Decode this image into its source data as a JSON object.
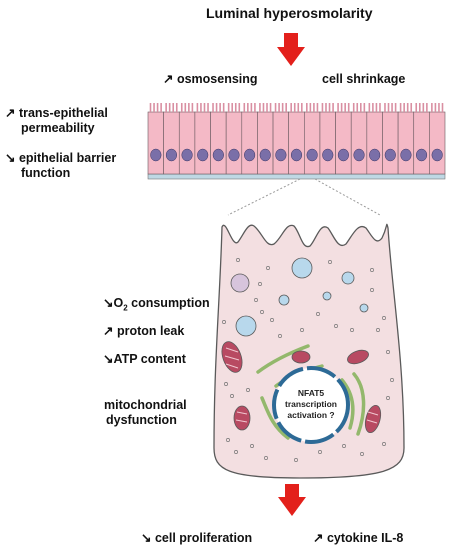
{
  "title": "Luminal hyperosmolarity",
  "top": {
    "osmosensing": "↗ osmosensing",
    "cell_shrinkage": "cell shrinkage",
    "permeability_line1": "↗ trans-epithelial",
    "permeability_line2": "permeability",
    "barrier_line1": "↘ epithelial barrier",
    "barrier_line2": "function"
  },
  "cell": {
    "o2_arrow": "↘O",
    "o2_sub": "2",
    "o2_rest": " consumption",
    "proton_leak": "↗  proton leak",
    "atp": "↘ATP content",
    "mito_line1": "mitochondrial",
    "mito_line2": "dysfunction",
    "nucleus_line1": "NFAT5",
    "nucleus_line2": "transcription",
    "nucleus_line3": "activation ?"
  },
  "bottom": {
    "proliferation": "↘ cell proliferation",
    "cytokine": "↗ cytokine IL-8"
  },
  "colors": {
    "arrow": "#e3201b",
    "cell_fill": "#f3dfe1",
    "cell_stroke": "#5a5a5a",
    "epithelium_fill": "#f4b9c6",
    "nucleus_epithelium": "#7a6fa8",
    "nucleus_ring": "#2d6a96",
    "mitochondria": "#b84a62",
    "er": "#93b86c",
    "vesicle": "#b8d8ec"
  }
}
